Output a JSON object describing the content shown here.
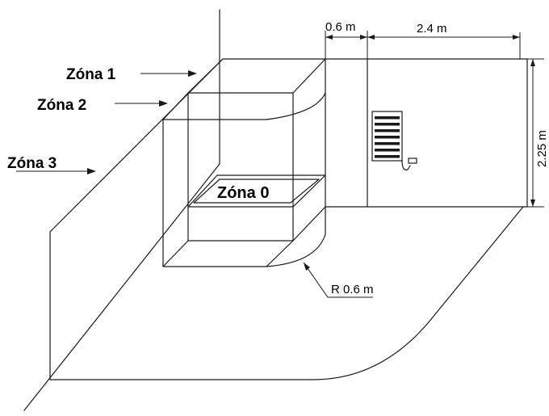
{
  "zones": {
    "zone1": "Zóna 1",
    "zone2": "Zóna 2",
    "zone3": "Zóna 3",
    "zone0": "Zóna 0"
  },
  "dimensions": {
    "offset_width": "0.6 m",
    "room_width": "2.4 m",
    "wall_height": "2.25 m",
    "radius": "R 0.6 m"
  }
}
